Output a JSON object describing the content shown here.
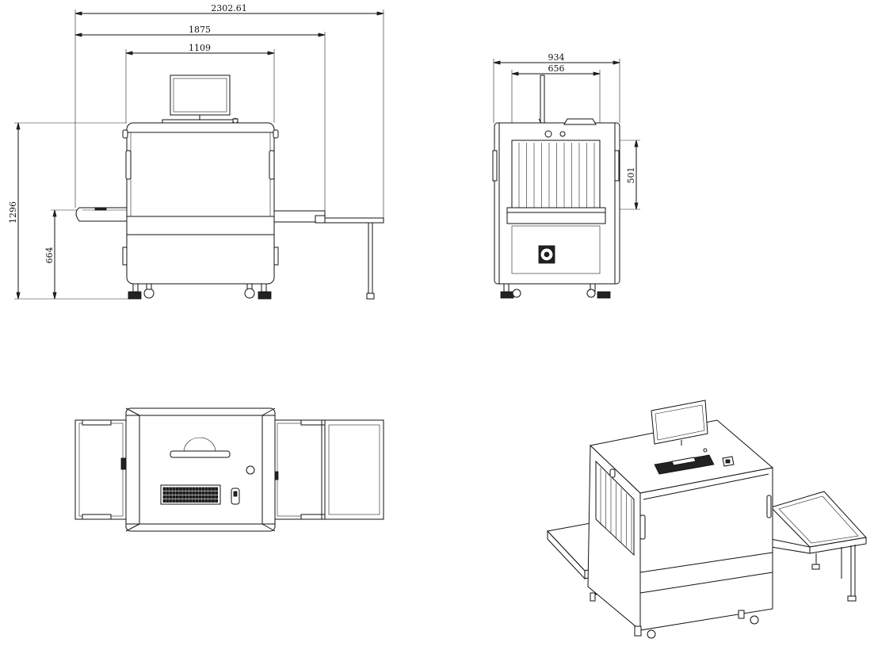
{
  "views": {
    "front": {
      "dim_overall_length": "2302.61",
      "dim_conveyor_length": "1875",
      "dim_body_width": "1109",
      "dim_total_height": "1296",
      "dim_conveyor_height": "664"
    },
    "side": {
      "dim_overall_depth": "934",
      "dim_tunnel_width": "656",
      "dim_tunnel_height": "501"
    },
    "top": {},
    "iso": {}
  },
  "drawing": {
    "line_color": "#111111",
    "background": "#ffffff"
  }
}
